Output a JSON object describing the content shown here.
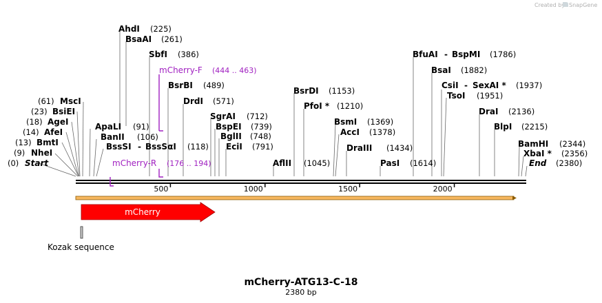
{
  "credit": {
    "prefix": "Created by",
    "brand": "SnapGene"
  },
  "plasmid": {
    "name": "mCherry-ATG13-C-18",
    "length_label": "2380 bp",
    "length": 2380
  },
  "axis": {
    "ticks": [
      {
        "value": 500,
        "label": "500"
      },
      {
        "value": 1000,
        "label": "1000"
      },
      {
        "value": 1500,
        "label": "1500"
      },
      {
        "value": 2000,
        "label": "2000"
      }
    ]
  },
  "sites": [
    {
      "name": "Start",
      "pos": "(0)",
      "at": 0
    },
    {
      "name": "NheI",
      "pos": "(9)",
      "at": 9
    },
    {
      "name": "BmtI",
      "pos": "(13)",
      "at": 13
    },
    {
      "name": "AfeI",
      "pos": "(14)",
      "at": 14
    },
    {
      "name": "AgeI",
      "pos": "(18)",
      "at": 18
    },
    {
      "name": "BsiEI",
      "pos": "(23)",
      "at": 23
    },
    {
      "name": "MscI",
      "pos": "(61)",
      "at": 61
    },
    {
      "name": "ApaLI",
      "pos": "(91)",
      "at": 91
    },
    {
      "name": "BanII",
      "pos": "(106)",
      "at": 106
    },
    {
      "name": "BssSI",
      "pos": "",
      "at": 118
    },
    {
      "name": "BssSαI",
      "pos": "(118)",
      "at": 118
    },
    {
      "name": "AhdI",
      "pos": "(225)",
      "at": 225
    },
    {
      "name": "BsaAI",
      "pos": "(261)",
      "at": 261
    },
    {
      "name": "SbfI",
      "pos": "(386)",
      "at": 386
    },
    {
      "name": "BsrBI",
      "pos": "(489)",
      "at": 489
    },
    {
      "name": "DrdI",
      "pos": "(571)",
      "at": 571
    },
    {
      "name": "SgrAI",
      "pos": "(712)",
      "at": 712
    },
    {
      "name": "BspEI",
      "pos": "(739)",
      "at": 739
    },
    {
      "name": "BglII",
      "pos": "(748)",
      "at": 748
    },
    {
      "name": "EciI",
      "pos": "(791)",
      "at": 791
    },
    {
      "name": "AflII",
      "pos": "(1045)",
      "at": 1045
    },
    {
      "name": "BsrDI",
      "pos": "(1153)",
      "at": 1153
    },
    {
      "name": "PfoI *",
      "pos": "(1210)",
      "at": 1210
    },
    {
      "name": "BsmI",
      "pos": "(1369)",
      "at": 1369
    },
    {
      "name": "AccI",
      "pos": "(1378)",
      "at": 1378
    },
    {
      "name": "DraIII",
      "pos": "(1434)",
      "at": 1434
    },
    {
      "name": "PasI",
      "pos": "(1614)",
      "at": 1614
    },
    {
      "name": "BfuAI",
      "pos": "",
      "at": 1786
    },
    {
      "name": "BspMI",
      "pos": "(1786)",
      "at": 1786
    },
    {
      "name": "BsaI",
      "pos": "(1882)",
      "at": 1882
    },
    {
      "name": "CsiI",
      "pos": "",
      "at": 1937
    },
    {
      "name": "SexAI *",
      "pos": "(1937)",
      "at": 1937
    },
    {
      "name": "TsoI",
      "pos": "(1951)",
      "at": 1951
    },
    {
      "name": "DraI",
      "pos": "(2136)",
      "at": 2136
    },
    {
      "name": "BlpI",
      "pos": "(2215)",
      "at": 2215
    },
    {
      "name": "BamHI",
      "pos": "(2344)",
      "at": 2344
    },
    {
      "name": "XbaI *",
      "pos": "(2356)",
      "at": 2356
    },
    {
      "name": "End",
      "pos": "(2380)",
      "at": 2380
    }
  ],
  "primers": [
    {
      "name": "mCherry-F",
      "range": "(444 .. 463)",
      "direction": "forward",
      "start": 444,
      "end": 463
    },
    {
      "name": "mCherry-R",
      "range": "(176 .. 194)",
      "direction": "reverse",
      "start": 176,
      "end": 194
    }
  ],
  "features": [
    {
      "name": "mCherry",
      "type": "CDS",
      "color": "#ff0000",
      "start": 30,
      "end": 740
    },
    {
      "name": "Kozak sequence",
      "type": "regulatory",
      "color": "#888888",
      "start": 25,
      "end": 34
    }
  ],
  "colors": {
    "backbone": "#000000",
    "orf_band": "#f7b860",
    "orf_border": "#8a5a00",
    "primer": "#a020c0",
    "cds": "#ff0000"
  }
}
